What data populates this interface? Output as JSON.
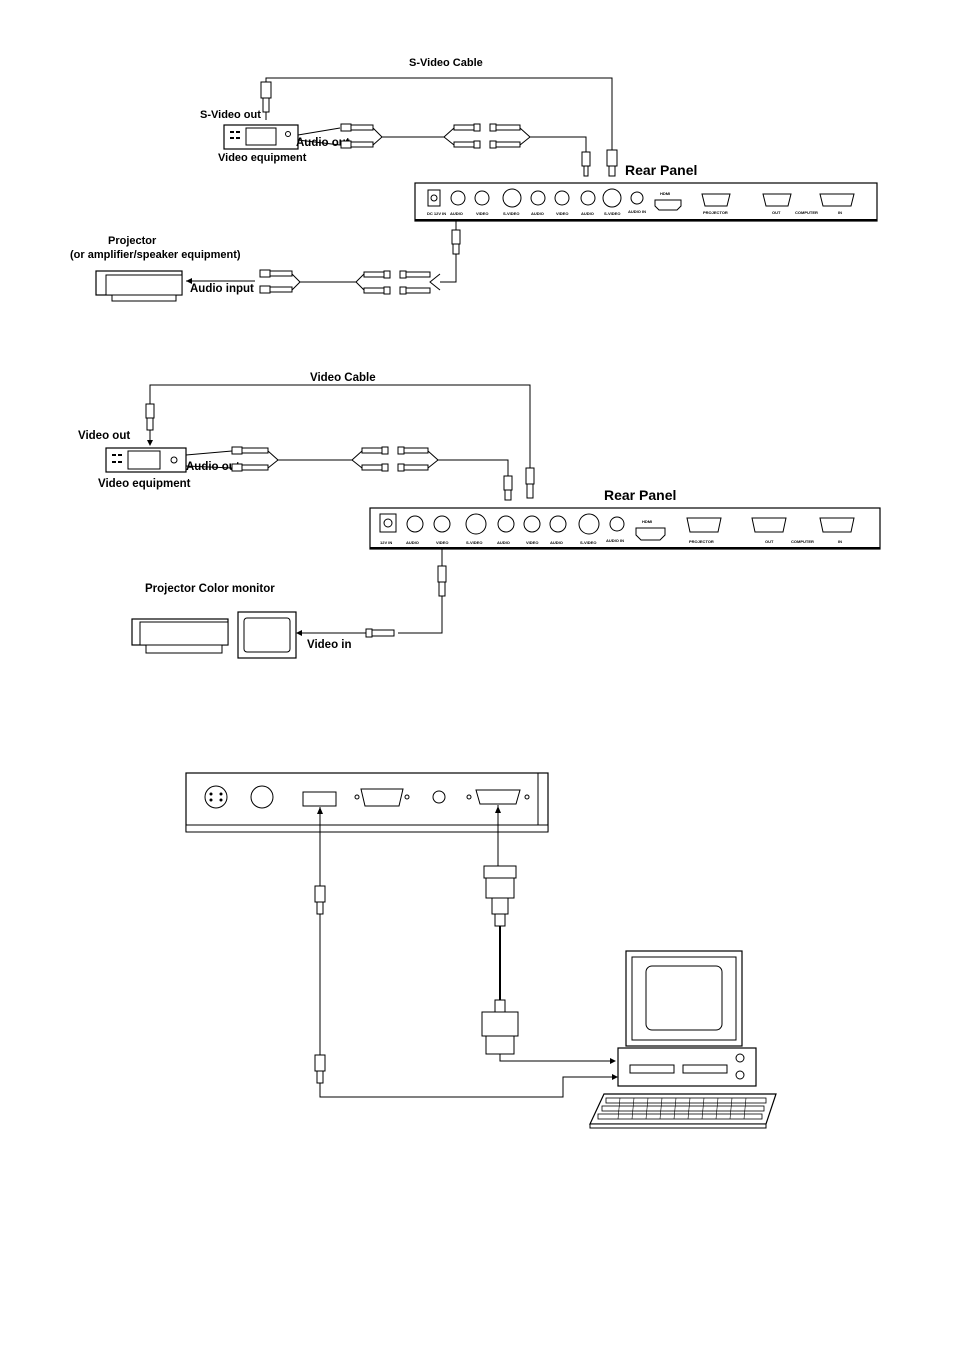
{
  "diagram1": {
    "cable_label": "S-Video Cable",
    "source_out_label": "S-Video out",
    "audio_out_label": "Audio out",
    "source_device_label": "Video equipment",
    "rear_panel_label": "Rear Panel",
    "sink_device_label": "Projector",
    "sink_device_sublabel": "(or amplifier/speaker equipment)",
    "sink_input_label": "Audio input",
    "panel_port_labels": [
      "DC 12V IN",
      "AUDIO",
      "VIDEO",
      "S-VIDEO",
      "AUDIO",
      "VIDEO",
      "AUDIO",
      "S-VIDEO",
      "AUDIO IN",
      "HDMI",
      "PROJECTOR",
      "OUT",
      "COMPUTER",
      "IN"
    ]
  },
  "diagram2": {
    "cable_label": "Video Cable",
    "source_out_label": "Video out",
    "audio_out_label": "Audio out",
    "source_device_label": "Video equipment",
    "rear_panel_label": "Rear Panel",
    "sink_device_label": "Projector Color monitor",
    "sink_input_label": "Video in",
    "panel_port_labels": [
      "12V IN",
      "AUDIO",
      "VIDEO",
      "S-VIDEO",
      "AUDIO",
      "VIDEO",
      "AUDIO",
      "S-VIDEO",
      "AUDIO IN",
      "HDMI",
      "PROJECTOR",
      "OUT",
      "COMPUTER",
      "IN"
    ]
  },
  "diagram3": {
    "panel_ports": [
      "s-video-port",
      "round-port",
      "usb-port",
      "vga-port",
      "jack-port",
      "serial-port"
    ],
    "devices": [
      "desktop-computer",
      "keyboard"
    ]
  }
}
